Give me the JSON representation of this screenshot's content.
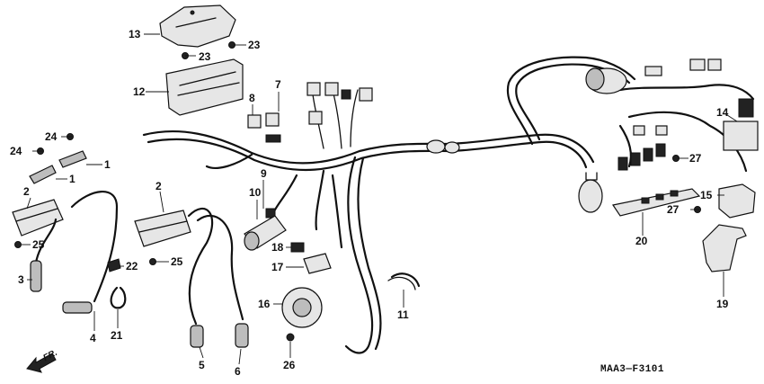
{
  "diagram": {
    "drawing_code": "MAA3—F3101",
    "direction_label": "FR.",
    "callouts": [
      {
        "id": "13",
        "text": "13"
      },
      {
        "id": "23a",
        "text": "23"
      },
      {
        "id": "23b",
        "text": "23"
      },
      {
        "id": "12",
        "text": "12"
      },
      {
        "id": "7",
        "text": "7"
      },
      {
        "id": "8",
        "text": "8"
      },
      {
        "id": "14",
        "text": "14"
      },
      {
        "id": "24a",
        "text": "24"
      },
      {
        "id": "24b",
        "text": "24"
      },
      {
        "id": "1a",
        "text": "1"
      },
      {
        "id": "1b",
        "text": "1"
      },
      {
        "id": "2a",
        "text": "2"
      },
      {
        "id": "2b",
        "text": "2"
      },
      {
        "id": "9",
        "text": "9"
      },
      {
        "id": "10",
        "text": "10"
      },
      {
        "id": "27a",
        "text": "27"
      },
      {
        "id": "27b",
        "text": "27"
      },
      {
        "id": "15",
        "text": "15"
      },
      {
        "id": "25a",
        "text": "25"
      },
      {
        "id": "25b",
        "text": "25"
      },
      {
        "id": "22",
        "text": "22"
      },
      {
        "id": "3",
        "text": "3"
      },
      {
        "id": "18",
        "text": "18"
      },
      {
        "id": "17",
        "text": "17"
      },
      {
        "id": "20",
        "text": "20"
      },
      {
        "id": "16",
        "text": "16"
      },
      {
        "id": "11",
        "text": "11"
      },
      {
        "id": "19",
        "text": "19"
      },
      {
        "id": "4",
        "text": "4"
      },
      {
        "id": "21",
        "text": "21"
      },
      {
        "id": "5",
        "text": "5"
      },
      {
        "id": "6",
        "text": "6"
      },
      {
        "id": "26",
        "text": "26"
      }
    ]
  }
}
